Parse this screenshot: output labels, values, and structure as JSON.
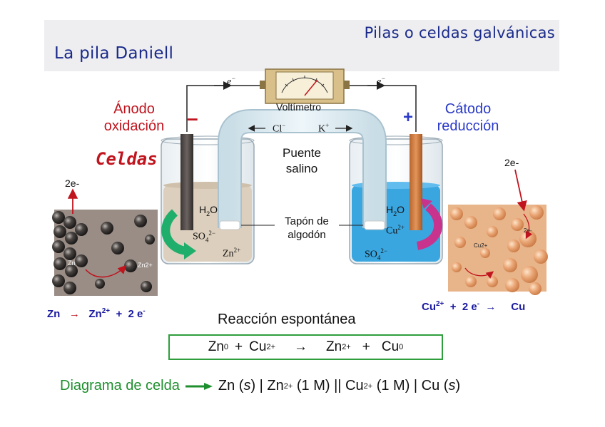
{
  "header": {
    "subtitle": "Pilas o celdas galvánicas",
    "title": "La pila Daniell"
  },
  "left": {
    "electrode_label_1": "Ánodo",
    "electrode_label_2": "oxidación",
    "sign": "–",
    "cells_label": "Celdas",
    "inset_electrons": "2e-",
    "inset_zn": "Zn",
    "inset_zn2": "Zn2+",
    "half_reaction": {
      "a": "Zn",
      "arrow": "→",
      "b": "Zn",
      "b_sup": "2+",
      "plus": "+",
      "c": "2 e",
      "c_sup": "-"
    }
  },
  "right": {
    "electrode_label_1": "Cátodo",
    "electrode_label_2": "reducción",
    "sign": "+",
    "inset_electrons": "2e-",
    "inset_cu2": "Cu2+",
    "inset_e": "2e-",
    "half_reaction": {
      "a": "Cu",
      "a_sup": "2+",
      "plus": "+",
      "b": "2 e",
      "b_sup": "-",
      "arrow": "→",
      "c": "Cu"
    }
  },
  "apparatus": {
    "voltmeter": "Voltímetro",
    "electron_left": "e",
    "electron_right": "e",
    "electron_sup": "−",
    "bridge_ion_left": "Cl",
    "bridge_ion_left_sup": "−",
    "bridge_ion_right": "K",
    "bridge_ion_right_sup": "+",
    "bridge_label_1": "Puente",
    "bridge_label_2": "salino",
    "plug_label_1": "Tapón de",
    "plug_label_2": "algodón",
    "left_water": "H",
    "left_water_sub": "2",
    "left_water_o": "O",
    "left_sulfate": "SO",
    "left_zn_ion": "Zn",
    "right_water": "H",
    "right_water_sub": "2",
    "right_water_o": "O",
    "right_cu_ion": "Cu",
    "right_sulfate": "SO",
    "ion_sup_2plus": "2+",
    "sulfate_sup": "2−",
    "sulfate_sub": "4"
  },
  "reaction": {
    "title": "Reacción espontánea",
    "zn": "Zn",
    "zn_sup": "0",
    "plus1": "+",
    "cu2": "Cu",
    "cu2_sup": "2+",
    "arrow": "→",
    "zn2": "Zn",
    "zn2_sup": "2+",
    "plus2": "+",
    "cu": "Cu",
    "cu_sup": "0"
  },
  "diagram": {
    "label": "Diagrama de celda",
    "p1": "Zn (",
    "s1": "s",
    "p2": ") | Zn",
    "sup1": "2+",
    "p3": " (1 M) || Cu",
    "sup2": "2+",
    "p4": " (1 M) | Cu (",
    "s2": "s",
    "p5": ")"
  },
  "colors": {
    "title_blue": "#1a2a8a",
    "anode_red": "#c0141e",
    "cathode_blue": "#2a3ac8",
    "equation_blue": "#1a1aa0",
    "box_green": "#2e9e3c",
    "diagram_green": "#1e8f2e",
    "zinc_solution": "#dccfbd",
    "copper_solution": "#3aa6e0"
  }
}
